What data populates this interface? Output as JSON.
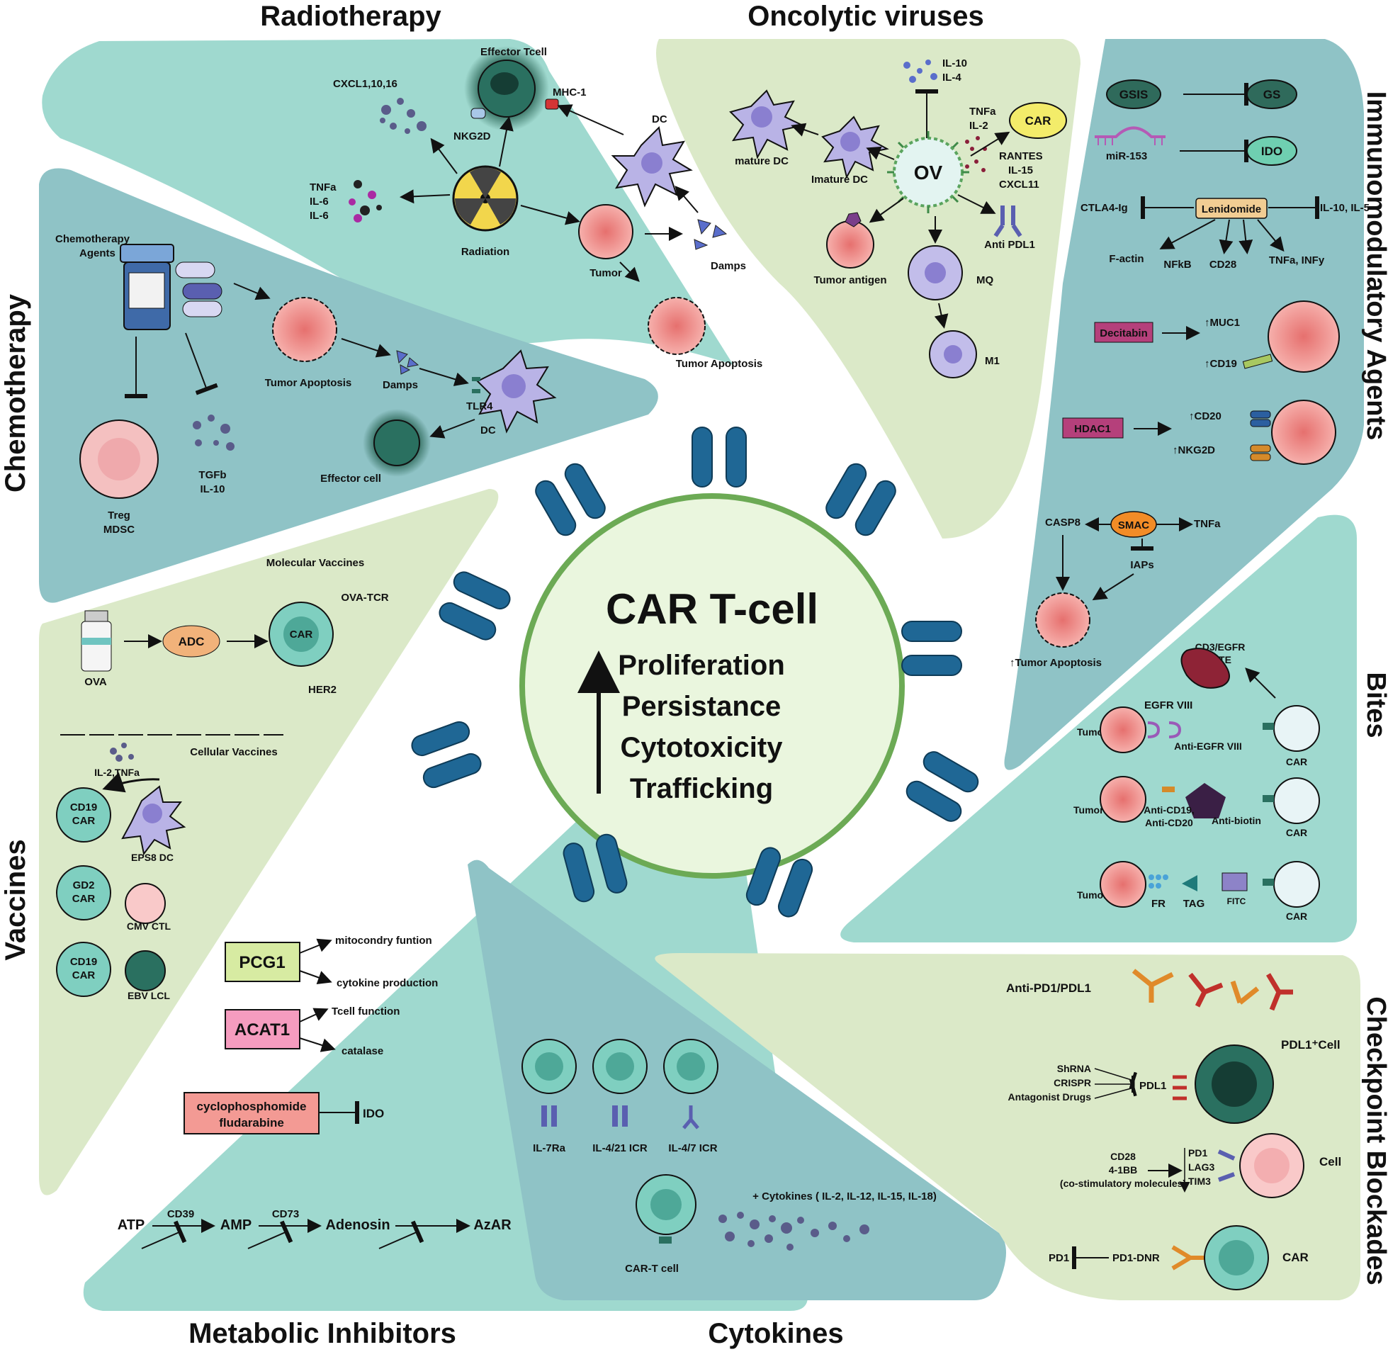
{
  "center": {
    "title": "CAR T-cell",
    "effects": [
      "Proliferation",
      "Persistance",
      "Cytotoxicity",
      "Trafficking"
    ]
  },
  "sections": {
    "radiotherapy": "Radiotherapy",
    "oncolytic": "Oncolytic viruses",
    "immunomodulatory": "Immunomodulatory Agents",
    "chemotherapy": "Chemotherapy",
    "bites": "Bites",
    "vaccines": "Vaccines",
    "checkpoint": "Checkpoint Blockades",
    "metabolic": "Metabolic Inhibitors",
    "cytokines": "Cytokines"
  },
  "radiotherapy": {
    "effector_tcell": "Effector Tcell",
    "cxcl": "CXCL1,10,16",
    "mhc1": "MHC-1",
    "nkg2d": "NKG2D",
    "dc": "DC",
    "tnfa": "TNFa",
    "il6a": "IL-6",
    "il6b": "IL-6",
    "radiation": "Radiation",
    "tumor": "Tumor",
    "damps": "Damps",
    "tumor_apoptosis": "Tumor Apoptosis"
  },
  "oncolytic": {
    "il10": "IL-10",
    "il4": "IL-4",
    "tnfa": "TNFa",
    "il2": "IL-2",
    "car": "CAR",
    "rantes": "RANTES",
    "il15": "IL-15",
    "cxcl11": "CXCL11",
    "mature_dc": "mature DC",
    "imature_dc": "Imature DC",
    "ov": "OV",
    "anti_pdl1": "Anti PDL1",
    "tumor_antigen": "Tumor antigen",
    "mq": "MQ",
    "m1": "M1"
  },
  "immuno": {
    "gsis": "GSIS",
    "gs": "GS",
    "mir153": "miR-153",
    "ido": "IDO",
    "ctla4": "CTLA4-Ig",
    "lenidomide": "Lenidomide",
    "il10_il5": "IL-10, IL-5",
    "factin": "F-actin",
    "nfkb": "NFkB",
    "cd28": "CD28",
    "tnfa_infy": "TNFa, INFy",
    "decitabin": "Decitabin",
    "muc1": "↑MUC1",
    "cd19": "↑CD19",
    "hdac1": "HDAC1",
    "cd20": "↑CD20",
    "nkg2d": "↑NKG2D",
    "casp8": "CASP8",
    "smac": "SMAC",
    "tnfa": "TNFa",
    "iaps": "IAPs",
    "tumor_apoptosis": "↑Tumor Apoptosis"
  },
  "chemo": {
    "agents_line1": "Chemotherapy",
    "agents_line2": "Agents",
    "tumor_apoptosis": "Tumor Apoptosis",
    "damps": "Damps",
    "tlr4": "TLR4",
    "dc": "DC",
    "effector_cell": "Effector cell",
    "treg": "Treg",
    "mdsc": "MDSC",
    "tgfb": "TGFb",
    "il10": "IL-10"
  },
  "bites": {
    "bite_line1": "CD3/EGFR",
    "bite_line2": "BITE",
    "tumor1": "Tumor",
    "egfr": "EGFR VIII",
    "anti_egfr": "Anti-EGFR VIII",
    "car1": "CAR",
    "tumor2": "Tumor",
    "anti_cd19": "Anti-CD19,",
    "anti_cd20": "Anti-CD20",
    "anti_biotin": "Anti-biotin",
    "car2": "CAR",
    "tumor3": "Tumor",
    "fr": "FR",
    "tag": "TAG",
    "fitc": "FITC",
    "car3": "CAR"
  },
  "vaccines": {
    "molecular": "Molecular Vaccines",
    "ova": "OVA",
    "adc": "ADC",
    "car": "CAR",
    "ova_tcr": "OVA-TCR",
    "her2": "HER2",
    "cellular": "Cellular Vaccines",
    "il2_tnfa": "IL-2,TNFa",
    "cd19": "CD19",
    "car_a": "CAR",
    "eps8": "EPS8 DC",
    "gd2": "GD2",
    "car_b": "CAR",
    "cmv": "CMV CTL",
    "cd19b": "CD19",
    "car_c": "CAR",
    "ebv": "EBV LCL"
  },
  "metabolic": {
    "pcg1": "PCG1",
    "mito": "mitocondry funtion",
    "cytok": "cytokine production",
    "acat1": "ACAT1",
    "tcell": "Tcell function",
    "catalase": "catalase",
    "cyclo1": "cyclophosphomide",
    "cyclo2": "fludarabine",
    "ido": "IDO",
    "atp": "ATP",
    "cd39": "CD39",
    "amp": "AMP",
    "cd73": "CD73",
    "adenosin": "Adenosin",
    "azar": "AzAR"
  },
  "cytokines": {
    "il7ra": "IL-7Ra",
    "il421": "IL-4/21 ICR",
    "il47": "IL-4/7 ICR",
    "plus": "+ Cytokines ( IL-2, IL-12, IL-15, IL-18)",
    "cart": "CAR-T cell"
  },
  "checkpoint": {
    "anti_pd1": "Anti-PD1/PDL1",
    "shrna": "ShRNA",
    "crispr": "CRISPR",
    "antagonist": "Antagonist Drugs",
    "pdl1": "PDL1",
    "pdl1_cell": "PDL1⁺Cell",
    "cd28": "CD28",
    "bb": "4-1BB",
    "costim": "(co-stimulatory molecules)",
    "pd1": "PD1",
    "lag3": "LAG3",
    "tim3": "TIM3",
    "cell": "Cell",
    "pd1b": "PD1",
    "pd1dnr": "PD1-DNR",
    "car": "CAR"
  },
  "colors": {
    "teal_panel": "#9fd9cf",
    "blue_panel": "#8fc3c6",
    "green_panel": "#dbe9c8",
    "receptor": "#1f6795",
    "tumor": "#f1a6a3",
    "dc": "#b9b3e6",
    "car_cell": "#7fcfc0",
    "center_fill": "#eaf6de",
    "center_stroke": "#6caa55"
  }
}
